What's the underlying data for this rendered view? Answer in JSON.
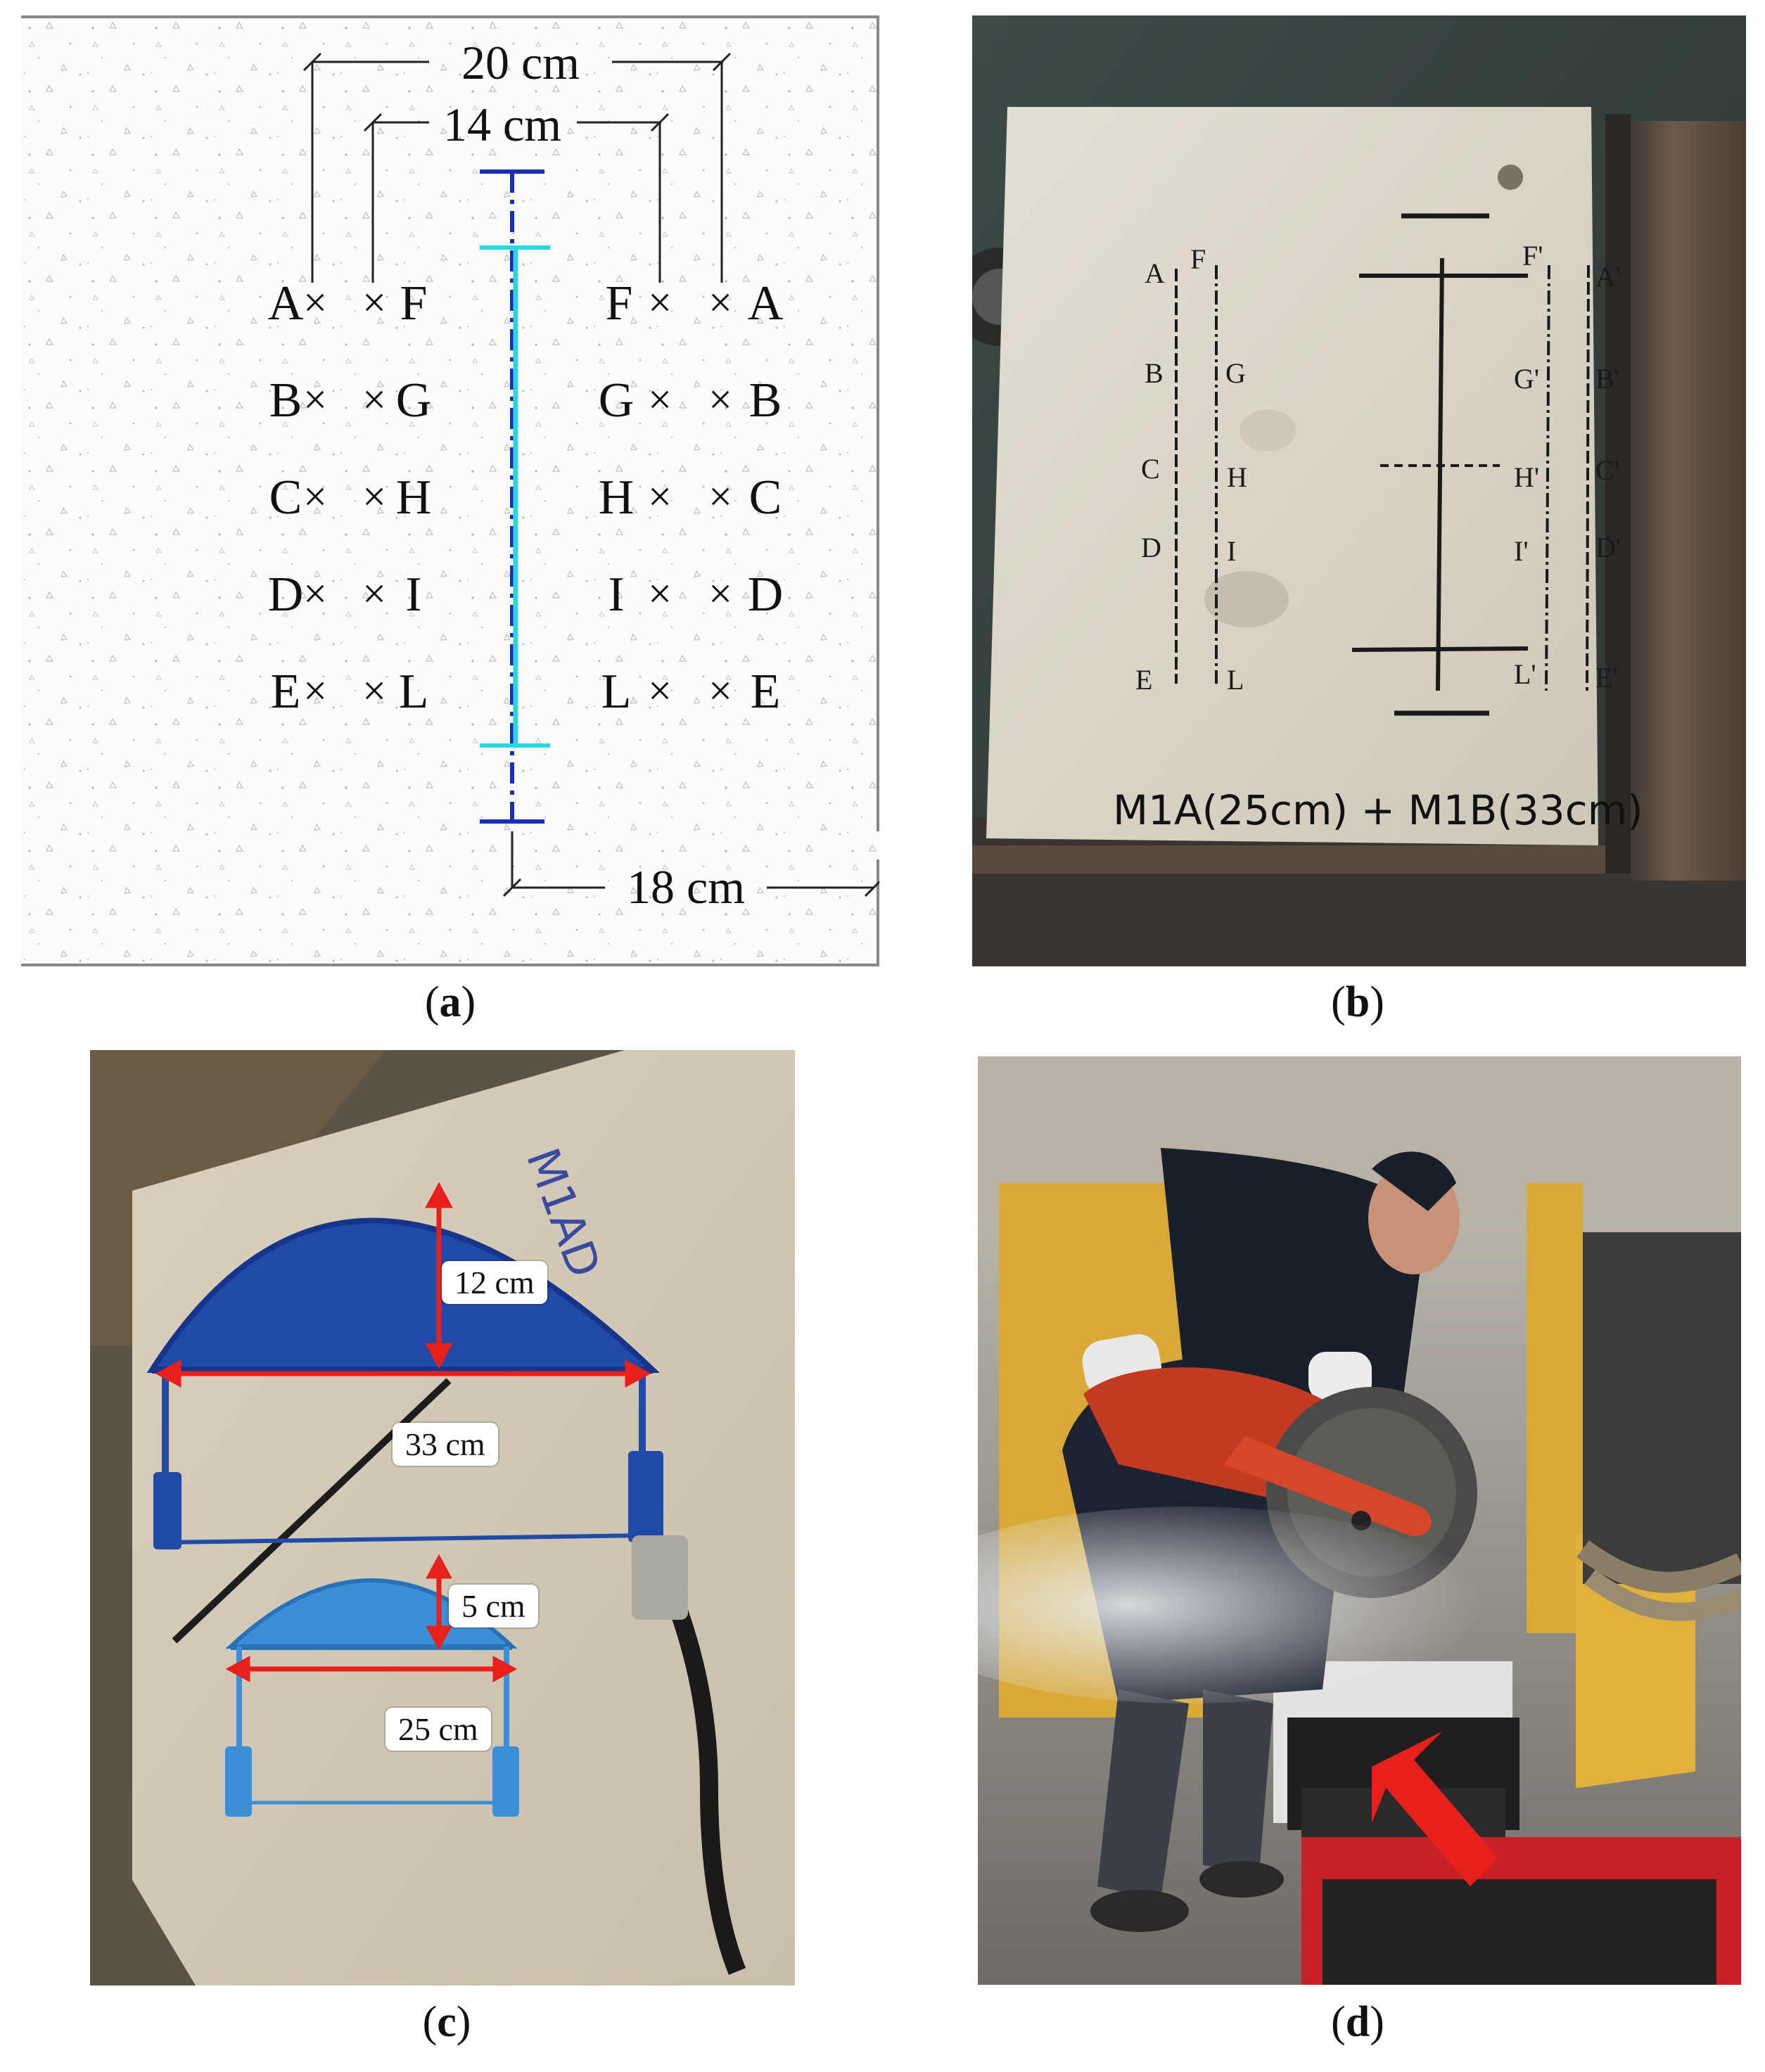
{
  "panel_a": {
    "dims": {
      "outer": "20 cm",
      "inner": "14 cm",
      "bottom": "18 cm"
    },
    "left_rows": [
      {
        "outer": "A",
        "inner": "F"
      },
      {
        "outer": "B",
        "inner": "G"
      },
      {
        "outer": "C",
        "inner": "H"
      },
      {
        "outer": "D",
        "inner": "I"
      },
      {
        "outer": "E",
        "inner": "L"
      }
    ],
    "right_rows": [
      {
        "inner": "F",
        "outer": "A"
      },
      {
        "inner": "G",
        "outer": "B"
      },
      {
        "inner": "H",
        "outer": "C"
      },
      {
        "inner": "I",
        "outer": "D"
      },
      {
        "inner": "L",
        "outer": "E"
      }
    ],
    "cross": "×"
  },
  "panel_b": {
    "left_outer": [
      "A",
      "B",
      "C",
      "D",
      "E"
    ],
    "left_inner": [
      "F",
      "G",
      "H",
      "I",
      "L"
    ],
    "right_inner": [
      "F'",
      "G'",
      "H'",
      "I'",
      "L'"
    ],
    "right_outer": [
      "A'",
      "B'",
      "C'",
      "D'",
      "E'"
    ],
    "note": "M1A(25cm) + M1B(33cm)"
  },
  "panel_c": {
    "labels": {
      "big_height": "12 cm",
      "big_width": "33 cm",
      "small_height": "5 cm",
      "small_width": "25 cm"
    },
    "slab_mark": "M1AD"
  },
  "captions": {
    "a": "a",
    "b": "b",
    "c": "c",
    "d": "d"
  },
  "colors": {
    "dark_blue": "#1a2fb5",
    "cyan": "#28d7e6",
    "gauge_dark": "#1f4aa8",
    "gauge_light": "#3a8fd6",
    "arrow_red": "#e8201c"
  }
}
